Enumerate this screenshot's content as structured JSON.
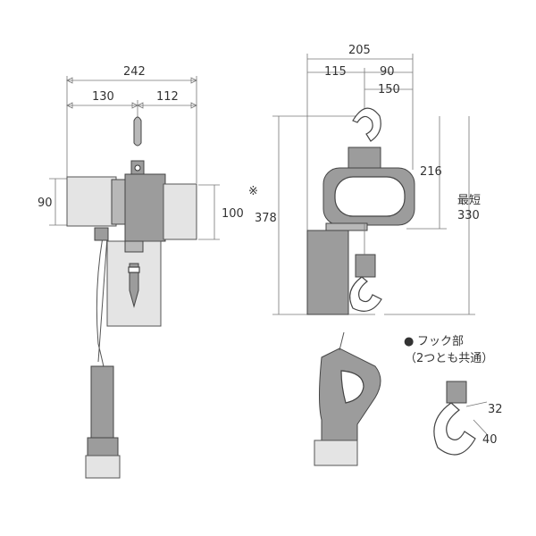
{
  "front_view": {
    "overall_width": "242",
    "left_width": "130",
    "right_width": "112",
    "left_height": "90",
    "right_height": "100"
  },
  "side_view": {
    "overall_width": "205",
    "left_part": "115",
    "right_part": "90",
    "hook_offset": "150",
    "mark": "※",
    "total_height": "378",
    "hook_height": "216",
    "min_label": "最短",
    "min_height": "330"
  },
  "hook_detail": {
    "bullet": "●",
    "title": "フック部",
    "subtitle": "（2つとも共通）",
    "dim_throat": "32",
    "dim_width": "40"
  }
}
